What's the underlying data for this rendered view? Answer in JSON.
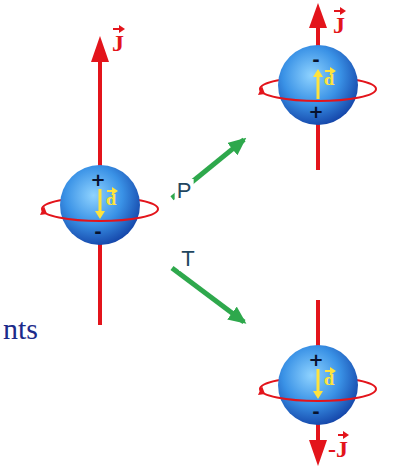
{
  "diagram": {
    "nodes": [
      {
        "text": [
          "+",
          "d",
          "-"
        ]
      },
      {
        "text": [
          "-",
          "d",
          "+"
        ]
      },
      {
        "text": [
          "+",
          "d",
          "-"
        ]
      }
    ],
    "edges": [
      {
        "from": 0,
        "to": 1,
        "arrow": "to",
        "label": "P"
      },
      {
        "from": 0,
        "to": 2,
        "arrow": "to",
        "label": "T"
      }
    ],
    "labels": [
      "J",
      "J",
      "-J",
      "nts"
    ]
  }
}
